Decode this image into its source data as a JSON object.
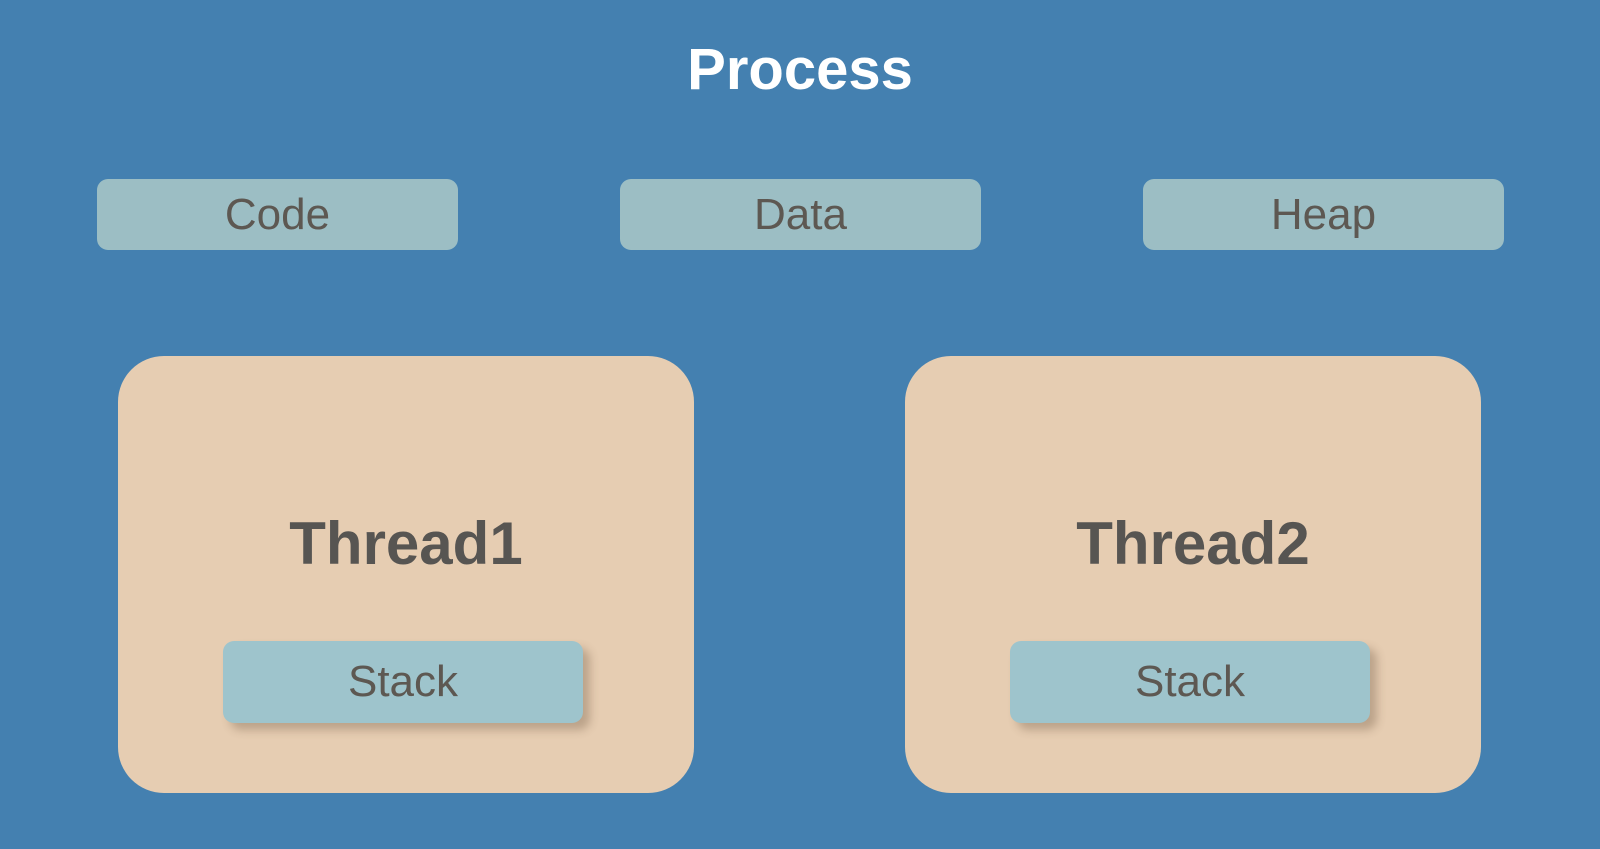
{
  "diagram": {
    "title": "Process",
    "background_color": "#4480b0",
    "title_color": "#ffffff",
    "segment_box_color": "#9cbec4",
    "thread_box_color": "#e6cdb2",
    "stack_box_color": "#9ec4cc",
    "label_text_color": "#5d5852"
  },
  "segments": [
    {
      "id": "code",
      "label": "Code"
    },
    {
      "id": "data",
      "label": "Data"
    },
    {
      "id": "heap",
      "label": "Heap"
    }
  ],
  "threads": [
    {
      "id": "thread1",
      "label": "Thread1",
      "stack_label": "Stack"
    },
    {
      "id": "thread2",
      "label": "Thread2",
      "stack_label": "Stack"
    }
  ]
}
